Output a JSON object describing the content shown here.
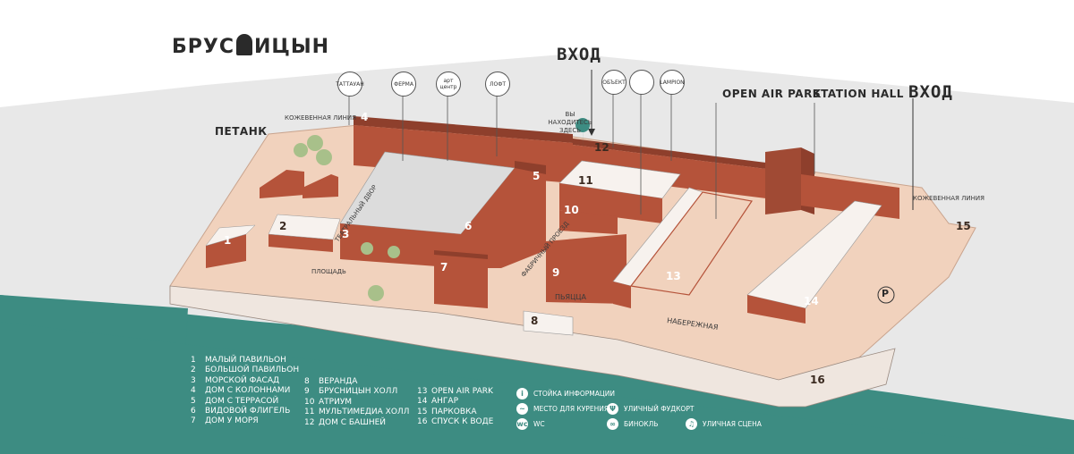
{
  "logo": {
    "text_left": "БРУС",
    "text_right": "ИЦЫН"
  },
  "entrances": {
    "entry_center": "ВХОД",
    "entry_right": "ВХОД"
  },
  "areas": {
    "open_air_park": "OPEN AIR PARK",
    "station_hall": "STATION HALL",
    "petank": "ПЕТАНК",
    "leather_line_top": "КОЖЕВЕННАЯ ЛИНИЯ",
    "leather_line_right": "КОЖЕВЕННАЯ ЛИНИЯ",
    "you_are_here": "ВЫ НАХОДИТЕСЬ ЗДЕСЬ",
    "square": "ПЛОЩАДЬ",
    "theatre_yard": "ТЕАТРАЛЬНЫЙ ДВОР",
    "factory_lane": "ФАБРИЧНЫЙ ПРОЕЗД",
    "pyatsa": "ПЬЯЦЦА",
    "embankment": "НАБЕРЕЖНАЯ"
  },
  "partners": [
    "ТАТТАУАН",
    "ФЕРМА",
    "арт центр",
    "ЛОФТ",
    "ОБЪЕКТ",
    "",
    "LAMPION"
  ],
  "building_numbers": [
    "1",
    "2",
    "3",
    "4",
    "5",
    "6",
    "7",
    "8",
    "9",
    "10",
    "11",
    "12",
    "13",
    "14",
    "15",
    "16"
  ],
  "legend": [
    {
      "n": "1",
      "label": "МАЛЫЙ ПАВИЛЬОН"
    },
    {
      "n": "2",
      "label": "БОЛЬШОЙ ПАВИЛЬОН"
    },
    {
      "n": "3",
      "label": "МОРСКОЙ ФАСАД"
    },
    {
      "n": "4",
      "label": "ДОМ С КОЛОННАМИ"
    },
    {
      "n": "5",
      "label": "ДОМ С ТЕРРАСОЙ"
    },
    {
      "n": "6",
      "label": "ВИДОВОЙ ФЛИГЕЛЬ"
    },
    {
      "n": "7",
      "label": "ДОМ У МОРЯ"
    },
    {
      "n": "8",
      "label": "ВЕРАНДА"
    },
    {
      "n": "9",
      "label": "БРУСНИЦЫН ХОЛЛ"
    },
    {
      "n": "10",
      "label": "АТРИУМ"
    },
    {
      "n": "11",
      "label": "МУЛЬТИМЕДИА ХОЛЛ"
    },
    {
      "n": "12",
      "label": "ДОМ С БАШНЕЙ"
    },
    {
      "n": "13",
      "label": "OPEN AIR PARK"
    },
    {
      "n": "14",
      "label": "АНГАР"
    },
    {
      "n": "15",
      "label": "ПАРКОВКА"
    },
    {
      "n": "16",
      "label": "СПУСК К ВОДЕ"
    }
  ],
  "services": [
    {
      "icon": "i",
      "label": "СТОЙКА ИНФОРМАЦИИ"
    },
    {
      "icon": "~",
      "label": "МЕСТО ДЛЯ КУРЕНИЯ"
    },
    {
      "icon": "wc",
      "label": "WC"
    },
    {
      "icon": "Ψ",
      "label": "УЛИЧНЫЙ ФУДКОРТ"
    },
    {
      "icon": "∞",
      "label": "БИНОКЛЬ"
    },
    {
      "icon": "♫",
      "label": "УЛИЧНАЯ СЦЕНА"
    }
  ],
  "parking_symbol": "P",
  "colors": {
    "brick": "#b5533a",
    "brick_dark": "#8e3f2c",
    "ground": "#f1d2bd",
    "teal": "#3d8c82",
    "grey": "#e9e9e9"
  }
}
